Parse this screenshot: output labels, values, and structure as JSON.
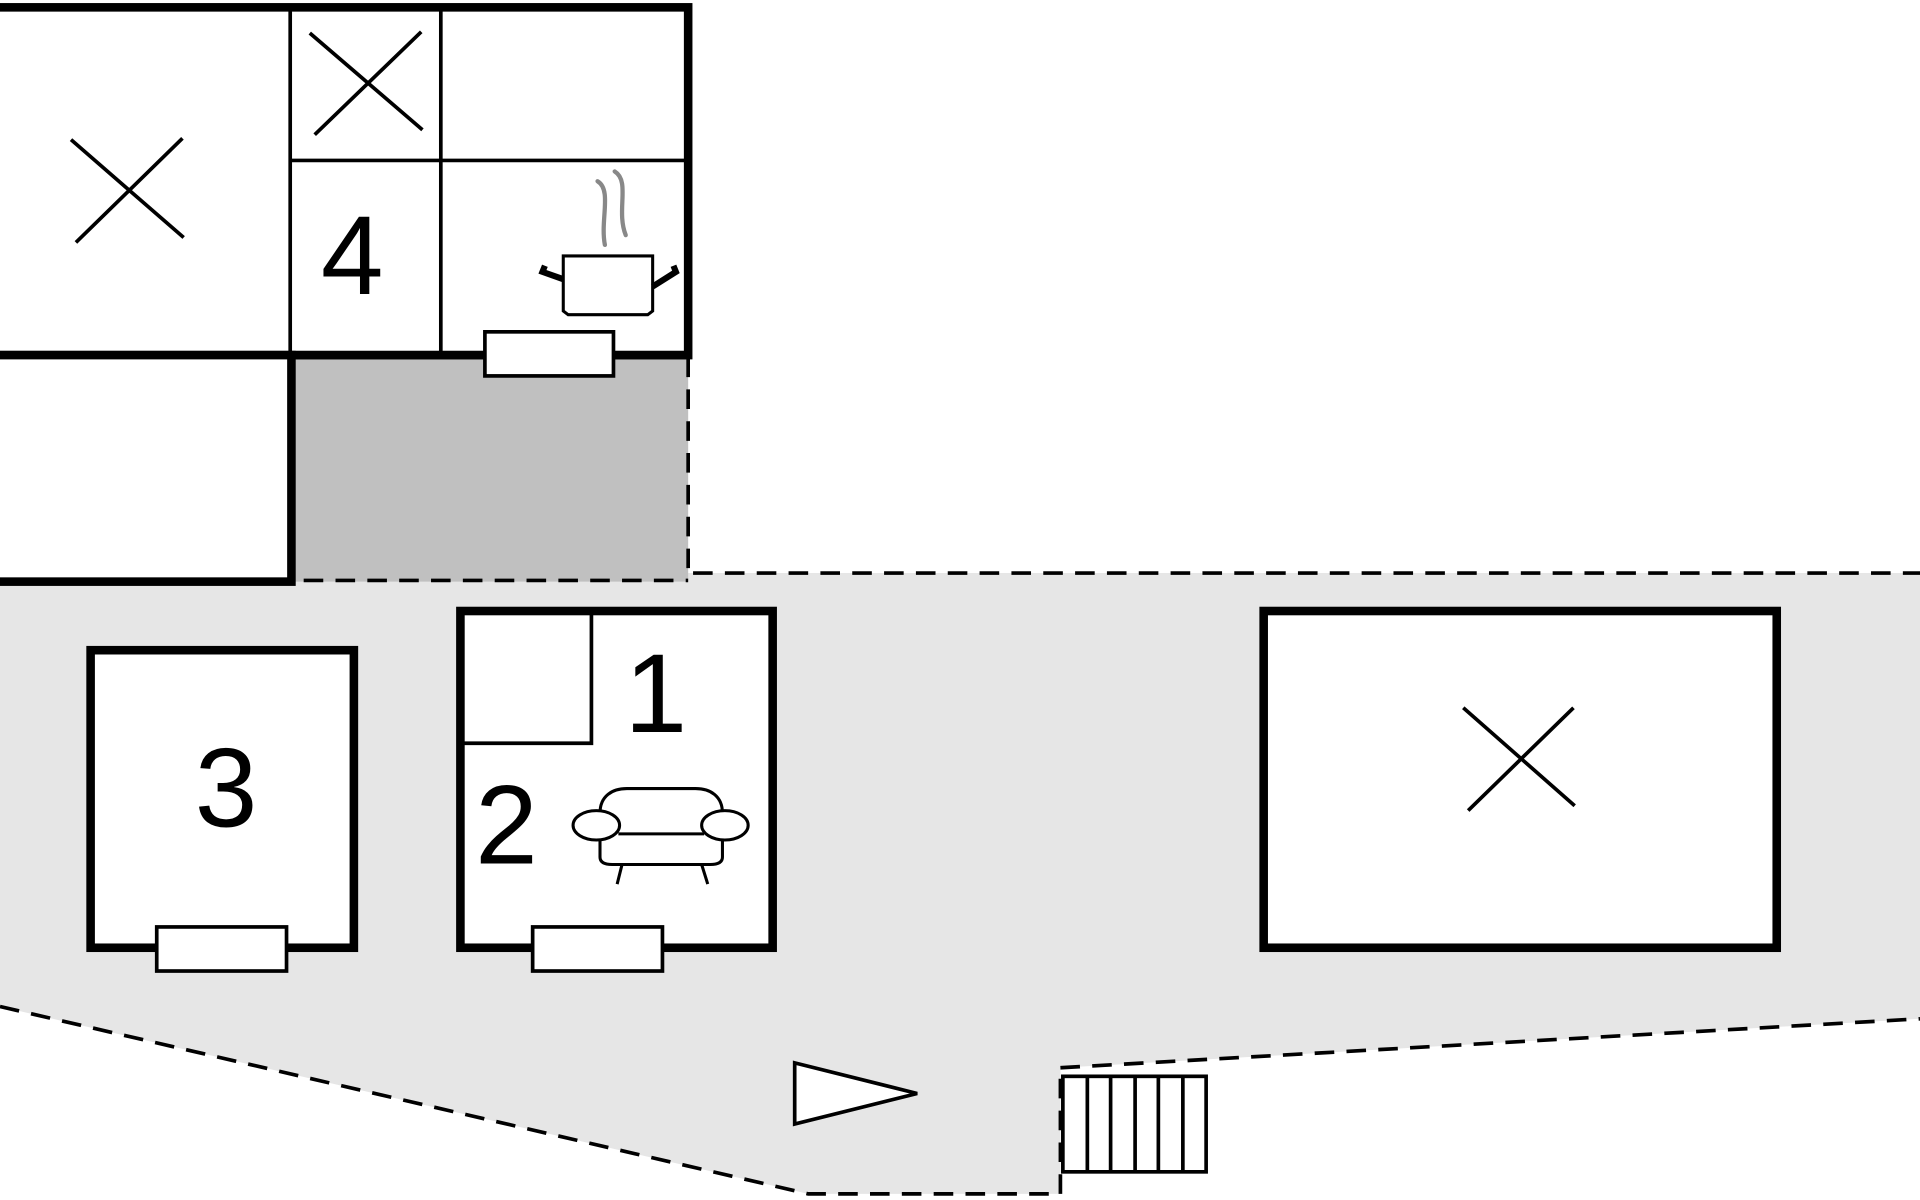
{
  "colors": {
    "outdoor": "#e6e6e6",
    "terrace": "#c0c0c0",
    "wall": "#000000",
    "steam": "#888888"
  },
  "rooms": {
    "room_1": "1",
    "room_2": "2",
    "room_3": "3",
    "room_4": "4"
  },
  "icons": [
    "cross-mark-icon",
    "cooking-pot-icon",
    "sofa-icon",
    "stairs-icon",
    "entrance-arrow-icon"
  ]
}
